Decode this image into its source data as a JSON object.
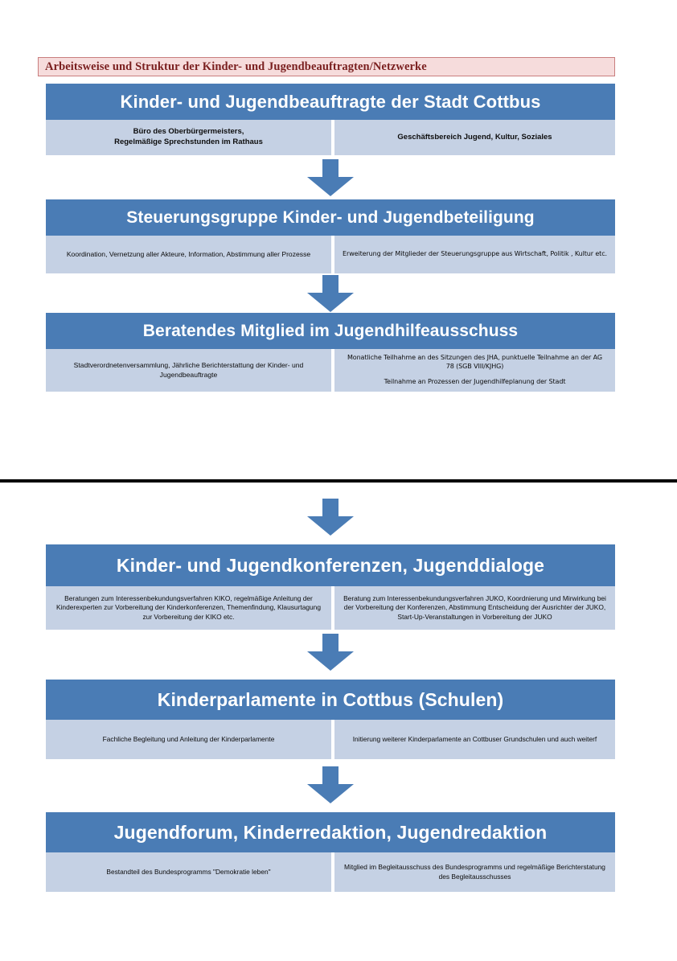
{
  "document": {
    "title_banner": "Arbeitsweise und  Struktur der Kinder- und Jugendbeauftragten/Netzwerke"
  },
  "blocks": [
    {
      "id": "kinder-und-jugendbeauftragte",
      "header": "Kinder- und Jugendbeauftragte der Stadt Cottbus",
      "left": [
        "Büro des Oberbürgermeisters,",
        "Regelmäßige  Sprechstunden im Rathaus"
      ],
      "right": [
        "Geschäftsbereich Jugend, Kultur, Soziales"
      ]
    },
    {
      "id": "steuerungsgruppe",
      "header": "Steuerungsgruppe Kinder- und Jugendbeteiligung",
      "left": [
        "Koordination, Vernetzung aller Akteure, Information, Abstimmung aller Prozesse"
      ],
      "right": [
        "Erweiterung der Mitglieder der Steuerungsgruppe aus Wirtschaft, Politik , Kultur etc."
      ]
    },
    {
      "id": "beratendes-mitglied",
      "header": "Beratendes Mitglied im Jugendhilfeausschuss",
      "left": [
        "Stadtverordnetenversammlung, Jährliche Berichterstattung der Kinder- und Jugendbeauftragte"
      ],
      "right": [
        "Monatliche  Teilhahme an des Sitzungen des JHA, punktuelle Teilnahme an der AG 78  (SGB VIII/KJHG)",
        "Teilnahme an Prozessen der Jugendhilfeplanung der Stadt"
      ]
    },
    {
      "id": "kinder-und-jugendkonferenzen",
      "header": "Kinder- und Jugendkonferenzen, Jugenddialoge",
      "left": [
        "Beratungen zum Interessenbekundungsverfahren  KIKO, regelmäßige Anleitung der Kinderexperten zur Vorbereitung der Kinderkonferenzen, Themenfindung, Klausurtagung zur Vorbereitung der KIKO etc."
      ],
      "right": [
        "Beratung zum Interessenbekundungsverfahren JUKO, Koordnierung und Mirwirkung bei der Vorbereitung der Konferenzen, Abstimmung Entscheidung der Ausrichter der JUKO, Start-Up-Veranstaltungen in Vorbereitung der JUKO"
      ]
    },
    {
      "id": "kinderparlamente",
      "header": "Kinderparlamente in Cottbus (Schulen)",
      "left": [
        "Fachliche Begleitung und Anleitung der Kinderparlamente"
      ],
      "right": [
        "Initierung weiterer Kinderparlamente an Cottbuser Grundschulen und auch weiterf"
      ]
    },
    {
      "id": "jugendforum",
      "header": "Jugendforum, Kinderredaktion, Jugendredaktion",
      "left": [
        "Bestandteil des Bundesprogramms \"Demokratie leben\""
      ],
      "right": [
        "Mitglied  im Begleitausschuss des Bundesprogramms und regelmäßige Berichterstatung des  Begleitausschusses"
      ]
    }
  ],
  "arrows": [
    {
      "id": "arrow-1-to-2",
      "label": "down-arrow"
    },
    {
      "id": "arrow-2-to-3",
      "label": "down-arrow"
    },
    {
      "id": "arrow-page-break",
      "label": "down-arrow"
    },
    {
      "id": "arrow-4-to-5",
      "label": "down-arrow"
    },
    {
      "id": "arrow-5-to-6",
      "label": "down-arrow"
    }
  ],
  "colors": {
    "header_blue": "#4a7cb5",
    "cell_blue": "#c5d1e4",
    "banner_fill": "#f6dcdc",
    "banner_border": "#c97e7e",
    "banner_text": "#7a1f1f",
    "divider_black": "#000000"
  }
}
